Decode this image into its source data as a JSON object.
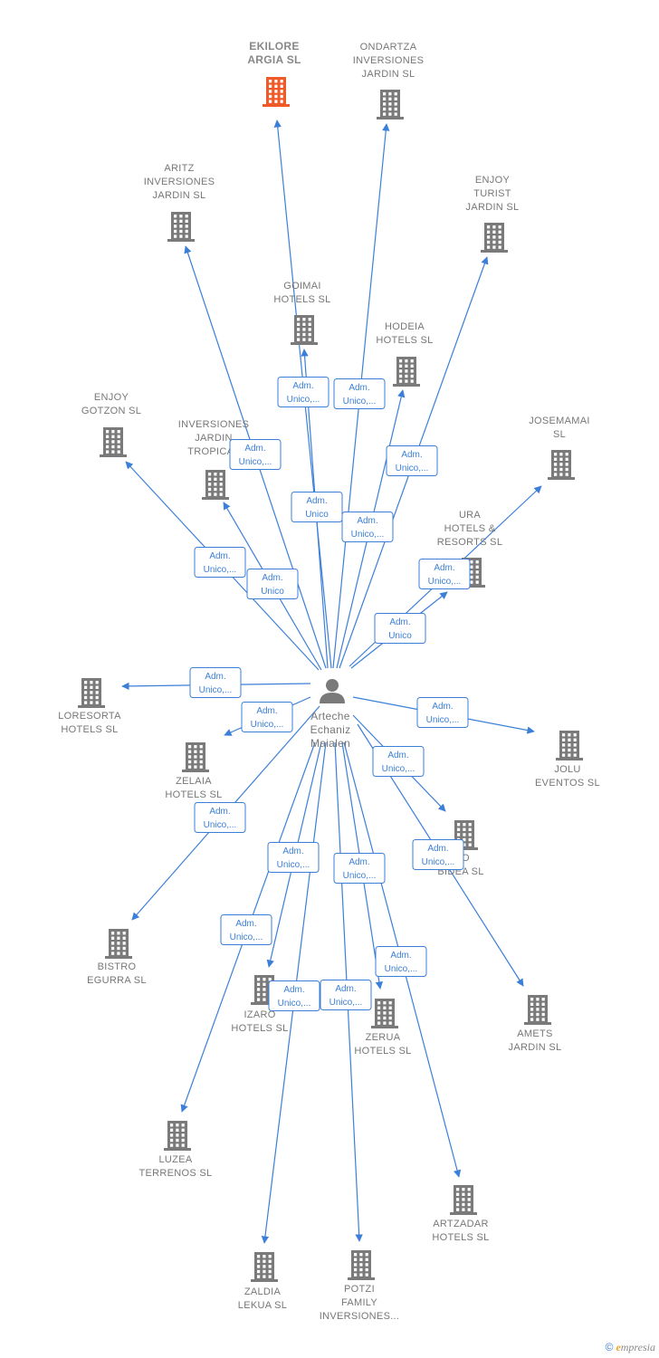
{
  "person": {
    "name_lines": [
      "Arteche",
      "Echaniz",
      "Maialen"
    ]
  },
  "companies": [
    {
      "id": "ekilore",
      "lines": [
        "EKILORE",
        "ARGIA  SL"
      ],
      "highlight": true
    },
    {
      "id": "ondartza",
      "lines": [
        "ONDARTZA",
        "INVERSIONES",
        "JARDIN  SL"
      ]
    },
    {
      "id": "aritz",
      "lines": [
        "ARITZ",
        "INVERSIONES",
        "JARDIN  SL"
      ]
    },
    {
      "id": "enjoy-turist",
      "lines": [
        "ENJOY",
        "TURIST",
        "JARDIN  SL"
      ]
    },
    {
      "id": "goimai",
      "lines": [
        "GOIMAI",
        "HOTELS  SL"
      ]
    },
    {
      "id": "hodeia",
      "lines": [
        "HODEIA",
        "HOTELS  SL"
      ]
    },
    {
      "id": "enjoy-gotzon",
      "lines": [
        "ENJOY",
        "GOTZON  SL"
      ]
    },
    {
      "id": "inversiones-tropical",
      "lines": [
        "INVERSIONES",
        "JARDIN",
        "TROPICAL"
      ]
    },
    {
      "id": "josemamai",
      "lines": [
        "JOSEMAMAI",
        "SL"
      ]
    },
    {
      "id": "ura",
      "lines": [
        "URA",
        "HOTELS  &",
        "RESORTS  SL"
      ]
    },
    {
      "id": "loresorta",
      "lines": [
        "LORESORTA",
        "HOTELS  SL"
      ]
    },
    {
      "id": "zelaia",
      "lines": [
        "ZELAIA",
        "HOTELS  SL"
      ]
    },
    {
      "id": "jolu",
      "lines": [
        "JOLU",
        "EVENTOS  SL"
      ]
    },
    {
      "id": "iko-bidea",
      "lines": [
        "IKO",
        "BIDEA  SL"
      ]
    },
    {
      "id": "bistro",
      "lines": [
        "BISTRO",
        "EGURRA  SL"
      ]
    },
    {
      "id": "izaro",
      "lines": [
        "IZARO",
        "HOTELS  SL"
      ]
    },
    {
      "id": "zerua",
      "lines": [
        "ZERUA",
        "HOTELS  SL"
      ]
    },
    {
      "id": "amets",
      "lines": [
        "AMETS",
        "JARDIN  SL"
      ]
    },
    {
      "id": "luzea",
      "lines": [
        "LUZEA",
        "TERRENOS  SL"
      ]
    },
    {
      "id": "artzadar",
      "lines": [
        "ARTZADAR",
        "HOTELS  SL"
      ]
    },
    {
      "id": "zaldia",
      "lines": [
        "ZALDIA",
        "LEKUA  SL"
      ]
    },
    {
      "id": "potzi",
      "lines": [
        "POTZI",
        "FAMILY",
        "INVERSIONES..."
      ]
    }
  ],
  "relations": [
    {
      "to": "ekilore",
      "lines": [
        "Adm.",
        "Unico,..."
      ]
    },
    {
      "to": "ondartza",
      "lines": [
        "Adm.",
        "Unico,..."
      ]
    },
    {
      "to": "aritz",
      "lines": [
        "Adm.",
        "Unico,..."
      ]
    },
    {
      "to": "enjoy-turist",
      "lines": [
        "Adm.",
        "Unico,..."
      ]
    },
    {
      "to": "goimai",
      "lines": [
        "Adm.",
        "Unico"
      ]
    },
    {
      "to": "hodeia",
      "lines": [
        "Adm.",
        "Unico,..."
      ]
    },
    {
      "to": "enjoy-gotzon",
      "lines": [
        "Adm.",
        "Unico,..."
      ]
    },
    {
      "to": "inversiones-tropical",
      "lines": [
        "Adm.",
        "Unico"
      ]
    },
    {
      "to": "josemamai",
      "lines": [
        "Adm.",
        "Unico,..."
      ]
    },
    {
      "to": "ura",
      "lines": [
        "Adm.",
        "Unico"
      ]
    },
    {
      "to": "loresorta",
      "lines": [
        "Adm.",
        "Unico,..."
      ]
    },
    {
      "to": "zelaia",
      "lines": [
        "Adm.",
        "Unico,..."
      ]
    },
    {
      "to": "jolu",
      "lines": [
        "Adm.",
        "Unico,..."
      ]
    },
    {
      "to": "iko-bidea",
      "lines": [
        "Adm.",
        "Unico,..."
      ]
    },
    {
      "to": "bistro",
      "lines": [
        "Adm.",
        "Unico,..."
      ]
    },
    {
      "to": "izaro",
      "lines": [
        "Adm.",
        "Unico,..."
      ]
    },
    {
      "to": "zerua",
      "lines": [
        "Adm.",
        "Unico,..."
      ]
    },
    {
      "to": "amets",
      "lines": [
        "Adm.",
        "Unico,..."
      ]
    },
    {
      "to": "luzea",
      "lines": [
        "Adm.",
        "Unico,..."
      ]
    },
    {
      "to": "artzadar",
      "lines": [
        "Adm.",
        "Unico,..."
      ]
    },
    {
      "to": "zaldia",
      "lines": [
        "Adm.",
        "Unico,..."
      ]
    },
    {
      "to": "potzi",
      "lines": [
        "Adm.",
        "Unico,..."
      ]
    }
  ],
  "colors": {
    "edge": "#3b7fd8",
    "building": "#7a7a7a",
    "highlight": "#f05a28"
  },
  "footer": {
    "copyright": "©",
    "brand_initial": "e",
    "brand_rest": "mpresia"
  }
}
